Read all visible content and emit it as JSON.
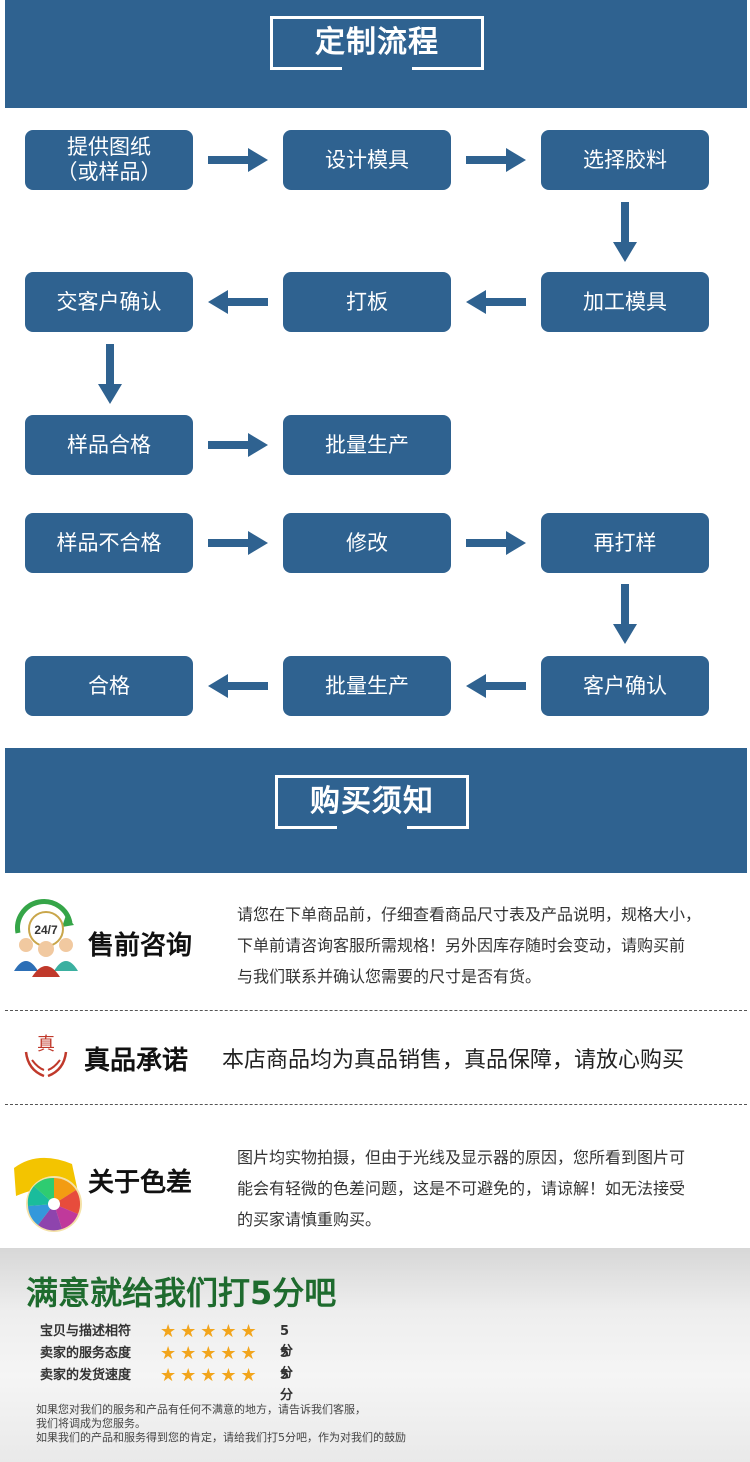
{
  "process": {
    "title": "定制流程",
    "row1": [
      "提供图纸（或样品）",
      "设计模具",
      "选择胶料"
    ],
    "row2": [
      "交客户确认",
      "打板",
      "加工模具"
    ],
    "row3": [
      "样品合格",
      "批量生产"
    ],
    "row4": [
      "样品不合格",
      "修改",
      "再打样"
    ],
    "row5": [
      "合格",
      "批量生产",
      "客户确认"
    ],
    "box_color": "#2f6290"
  },
  "notice": {
    "title": "购买须知",
    "presale": {
      "icon": "customer-service-247-icon",
      "icon_text": "24/7",
      "heading": "售前咨询",
      "lines": [
        "请您在下单商品前，仔细查看商品尺寸表及产品说明，规格大小，",
        "下单前请咨询客服所需规格！另外因库存随时会变动，请购买前",
        "与我们联系并确认您需要的尺寸是否有货。"
      ]
    },
    "genuine": {
      "icon": "genuine-hands-icon",
      "icon_text": "真",
      "heading": "真品承诺",
      "text": "本店商品均为真品销售，真品保障，请放心购买"
    },
    "color": {
      "icon": "color-wheel-icon",
      "heading": "关于色差",
      "lines": [
        "图片均实物拍摄，但由于光线及显示器的原因，您所看到图片可",
        "能会有轻微的色差问题，这是不可避免的，请谅解！如无法接受",
        "的买家请慎重购买。"
      ]
    }
  },
  "rating": {
    "title": "满意就给我们打5分吧",
    "rows": [
      {
        "label": "宝贝与描述相符",
        "stars": 5,
        "score": "5分"
      },
      {
        "label": "卖家的服务态度",
        "stars": 5,
        "score": "5分"
      },
      {
        "label": "卖家的发货速度",
        "stars": 5,
        "score": "5分"
      }
    ],
    "footnote": [
      "如果您对我们的服务和产品有任何不满意的地方，请告诉我们客服，",
      "我们将调成为您服务。",
      "如果我们的产品和服务得到您的肯定，请给我们打5分吧，作为对我们的鼓励"
    ],
    "star_color": "#f2a51c",
    "title_color": "#1e6b2e"
  }
}
